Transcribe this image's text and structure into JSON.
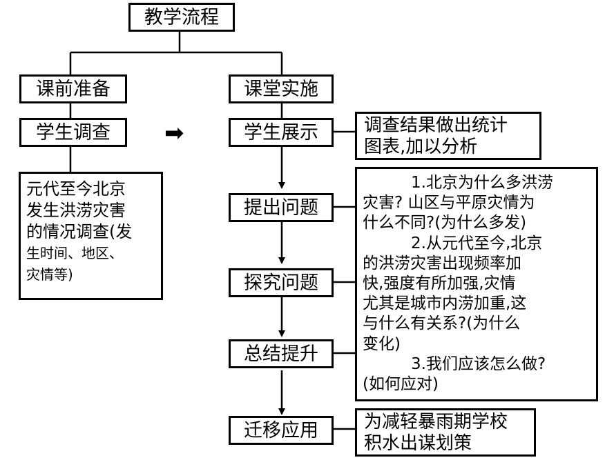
{
  "title": "教学流程",
  "left": {
    "header": "课前准备",
    "step": "学生调查",
    "detail_lines": [
      "元代至今北京",
      "发生洪涝灾害",
      "的情况调查(发",
      "生时间、地区、",
      "灾情等)"
    ]
  },
  "arrow_glyph": "➡",
  "right": {
    "header": "课堂实施",
    "steps": [
      "学生展示",
      "提出问题",
      "探究问题",
      "总结提升",
      "迁移应用"
    ],
    "notes": {
      "show": [
        "调查结果做出统计",
        "图表,加以分析"
      ],
      "questions": [
        "1.北京为什么多洪涝",
        "灾害? 山区与平原灾情为",
        "什么不同?(为什么多发)",
        "2.从元代至今,北京",
        "的洪涝灾害出现频率加",
        "快,强度有所加强,灾情",
        "尤其是城市内涝加重,这",
        "与什么有关系?(为什么",
        "变化)",
        "3.我们应该怎么做?",
        "(如何应对)"
      ],
      "apply": [
        "为减轻暴雨期学校",
        "积水出谋划策"
      ]
    }
  }
}
